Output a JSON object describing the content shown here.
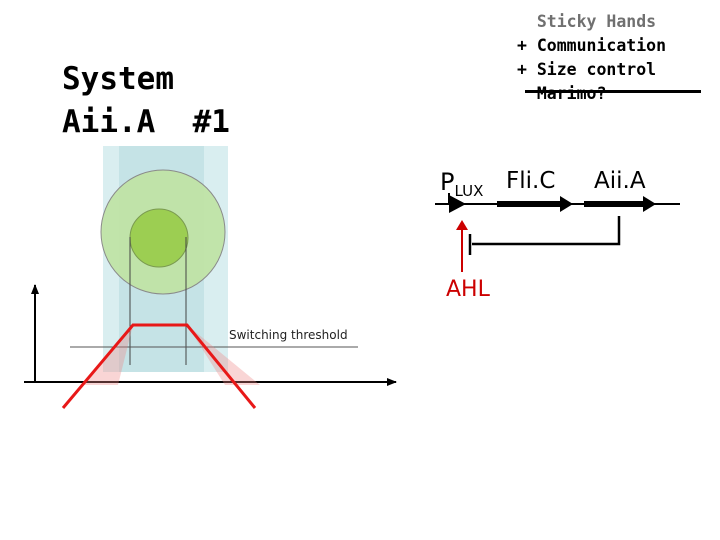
{
  "title": {
    "line1": "System",
    "line2": "Aii.A  #1"
  },
  "notes": {
    "line1": "  Sticky Hands",
    "line2": "+ Communication",
    "line3": "+ Size control",
    "line4": "  Marimo?"
  },
  "construct": {
    "promoter": "P",
    "promoter_sub": "LUX",
    "gene1": "Fli.C",
    "gene2": "Aii.A",
    "inducer": "AHL"
  },
  "plot": {
    "threshold_label": "Switching threshold"
  },
  "colors": {
    "outer_circle": "#bfe3a4",
    "inner_circle": "#9cce52",
    "column": "#cfe8ea",
    "curve": "#e81818",
    "ahl": "#cc0000"
  }
}
